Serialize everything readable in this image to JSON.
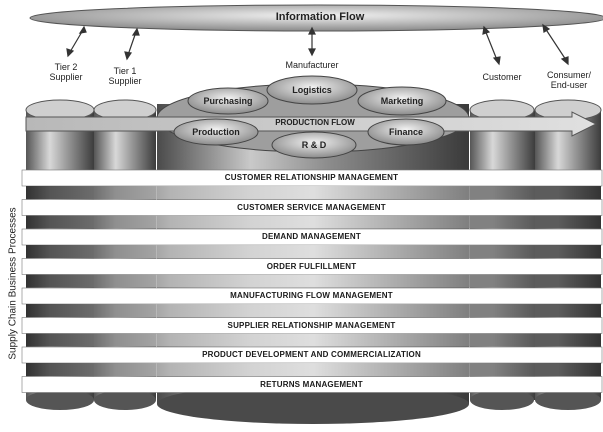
{
  "title": "Information Flow",
  "participants": [
    {
      "id": "tier2",
      "line1": "Tier 2",
      "line2": "Supplier"
    },
    {
      "id": "tier1",
      "line1": "Tier 1",
      "line2": "Supplier"
    },
    {
      "id": "manufacturer",
      "line1": "Manufacturer",
      "line2": ""
    },
    {
      "id": "customer",
      "line1": "Customer",
      "line2": ""
    },
    {
      "id": "consumer",
      "line1": "Consumer/",
      "line2": "End-user"
    }
  ],
  "functions": {
    "purchasing": "Purchasing",
    "logistics": "Logistics",
    "marketing": "Marketing",
    "production": "Production",
    "rd": "R & D",
    "finance": "Finance"
  },
  "production_flow": "PRODUCTION FLOW",
  "side_label": "Supply Chain Business Processes",
  "processes": [
    "CUSTOMER RELATIONSHIP MANAGEMENT",
    "CUSTOMER SERVICE MANAGEMENT",
    "DEMAND MANAGEMENT",
    "ORDER FULFILLMENT",
    "MANUFACTURING FLOW MANAGEMENT",
    "SUPPLIER RELATIONSHIP MANAGEMENT",
    "PRODUCT DEVELOPMENT AND COMMERCIALIZATION",
    "RETURNS MANAGEMENT"
  ]
}
